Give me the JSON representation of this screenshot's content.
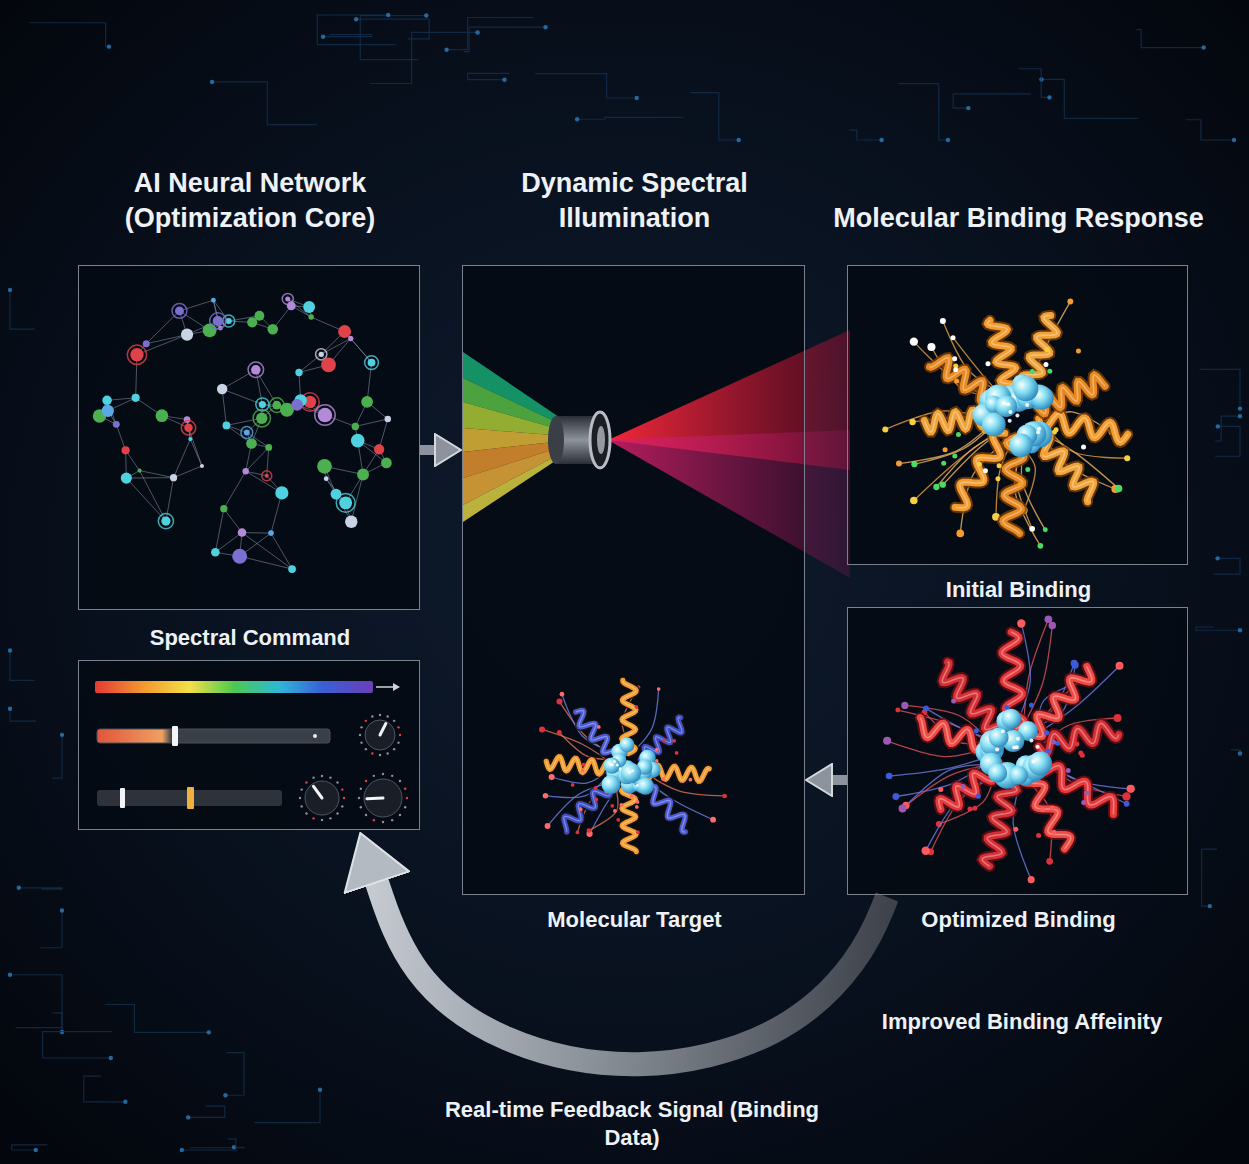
{
  "diagram": {
    "nodes": [
      {
        "text": [
          "AI Neural Network (Optimization Core)"
        ]
      },
      {
        "text": [
          "Dynamic Spectral Illumination",
          "Molecular Target"
        ]
      },
      {
        "text": [
          "Molecular Binding Response",
          "Initial Binding"
        ]
      },
      {
        "text": [
          "Spectral Command"
        ]
      },
      {
        "text": [
          "Optimized Binding"
        ]
      }
    ],
    "edges": [
      {
        "from": 0,
        "to": 1,
        "arrow": "to"
      },
      {
        "from": 4,
        "to": 1,
        "arrow": "to"
      },
      {
        "from": 4,
        "to": 3,
        "label": "Real-time Feedback Signal (Binding Data)",
        "arrow": "to"
      }
    ],
    "labels": [
      "Improved Binding Affeinity"
    ]
  }
}
